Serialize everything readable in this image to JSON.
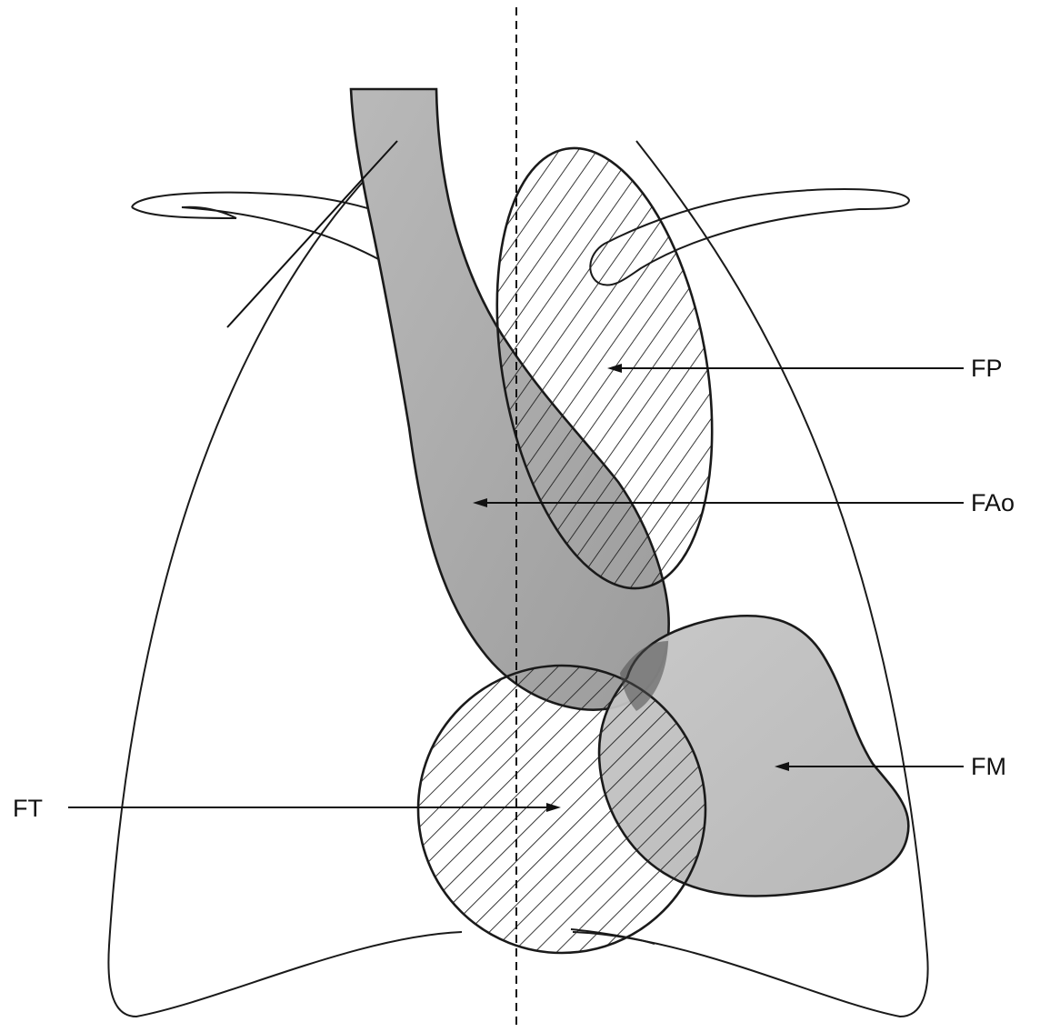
{
  "labels": {
    "fp": "FP",
    "fao": "FAo",
    "fm": "FM",
    "ft": "FT"
  },
  "colors": {
    "aorta_fill": "#a9a9a9",
    "heart_fill": "#bdbdbd",
    "hatch": "#222222",
    "stroke": "#1a1a1a"
  }
}
